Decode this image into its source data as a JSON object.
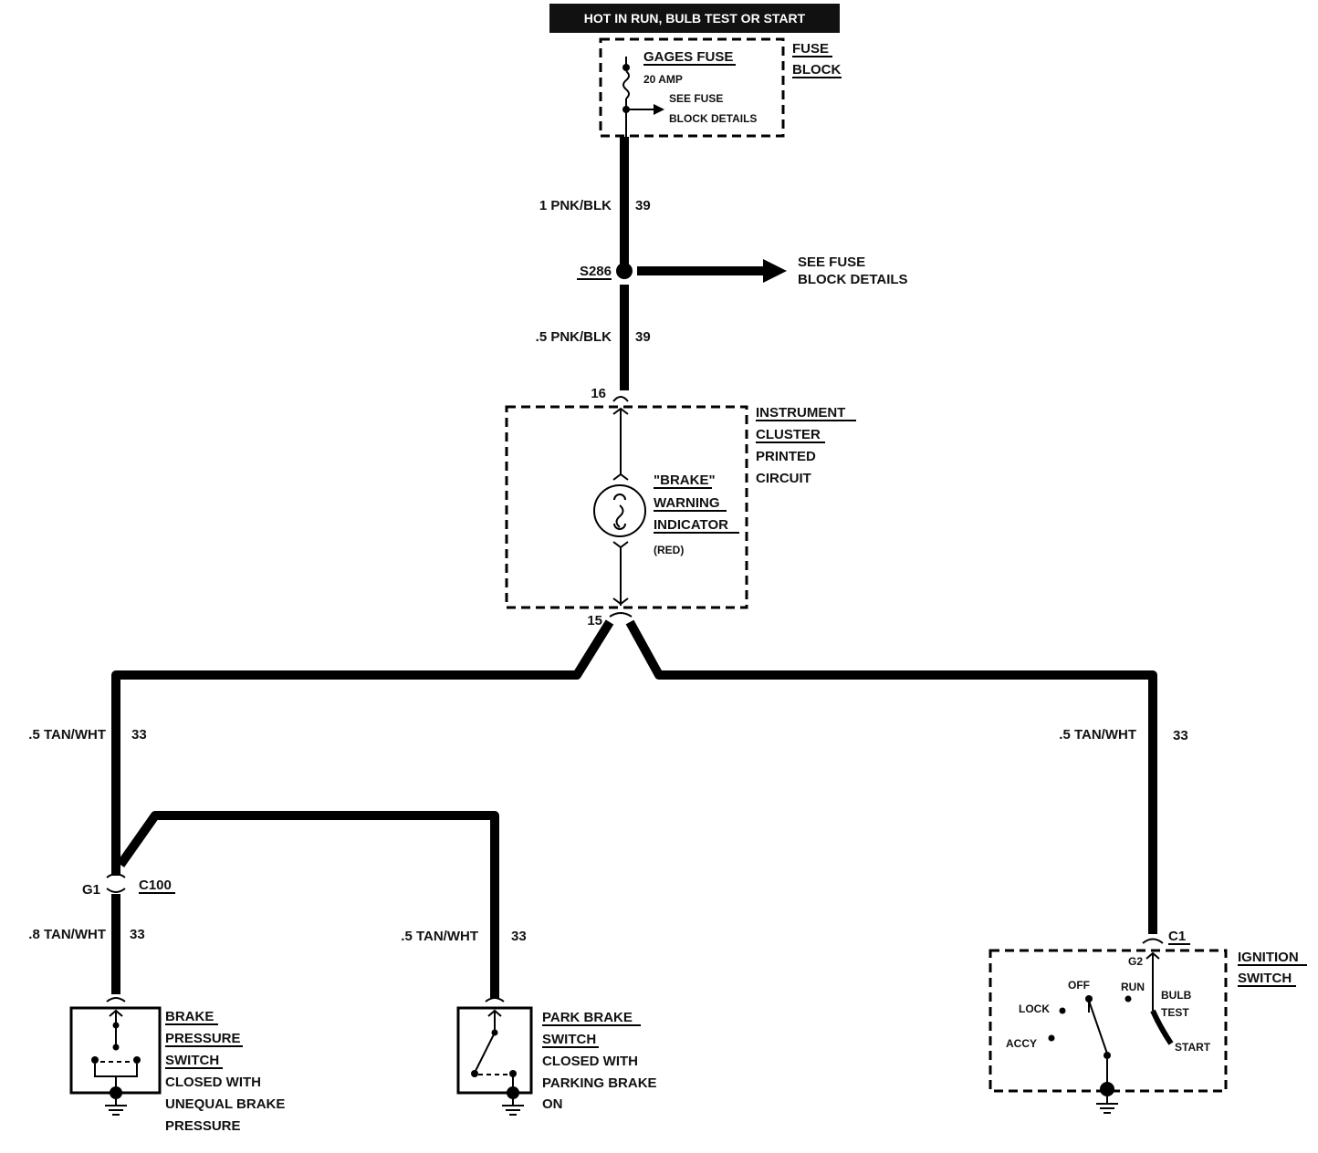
{
  "title": "HOT IN RUN, BULB TEST OR START",
  "fuse": {
    "name": "GAGES FUSE",
    "rating": "20 AMP",
    "note_line1": "SEE FUSE",
    "note_line2": "BLOCK DETAILS",
    "block_line1": "FUSE",
    "block_line2": "BLOCK"
  },
  "wire_top": {
    "gauge_color": "1 PNK/BLK",
    "circuit": "39"
  },
  "splice": {
    "id": "S286",
    "note_line1": "SEE FUSE",
    "note_line2": "BLOCK DETAILS"
  },
  "wire_mid": {
    "gauge_color": ".5 PNK/BLK",
    "circuit": "39"
  },
  "cluster": {
    "pin_in": "16",
    "pin_out": "15",
    "name_line1": "INSTRUMENT",
    "name_line2": "CLUSTER",
    "name_line3": "PRINTED",
    "name_line4": "CIRCUIT",
    "indicator_line1": "\"BRAKE\"",
    "indicator_line2": "WARNING",
    "indicator_line3": "INDICATOR",
    "indicator_color": "(RED)"
  },
  "wire_left": {
    "gauge_color": ".5 TAN/WHT",
    "circuit": "33"
  },
  "wire_right": {
    "gauge_color": ".5 TAN/WHT",
    "circuit": "33"
  },
  "connector_c100": {
    "pin": "G1",
    "id": "C100"
  },
  "wire_brake_pressure": {
    "gauge_color": ".8 TAN/WHT",
    "circuit": "33"
  },
  "wire_park_brake": {
    "gauge_color": ".5 TAN/WHT",
    "circuit": "33"
  },
  "brake_pressure_switch": {
    "line1": "BRAKE",
    "line2": "PRESSURE",
    "line3": "SWITCH",
    "line4": "CLOSED WITH",
    "line5": "UNEQUAL BRAKE",
    "line6": "PRESSURE"
  },
  "park_brake_switch": {
    "line1": "PARK BRAKE",
    "line2": "SWITCH",
    "line3": "CLOSED WITH",
    "line4": "PARKING BRAKE",
    "line5": "ON"
  },
  "ignition_switch": {
    "connector": "C1",
    "pin": "G2",
    "name_line1": "IGNITION",
    "name_line2": "SWITCH",
    "pos_off": "OFF",
    "pos_run": "RUN",
    "pos_lock": "LOCK",
    "pos_accy": "ACCY",
    "pos_bulb": "BULB",
    "pos_test": "TEST",
    "pos_start": "START"
  }
}
